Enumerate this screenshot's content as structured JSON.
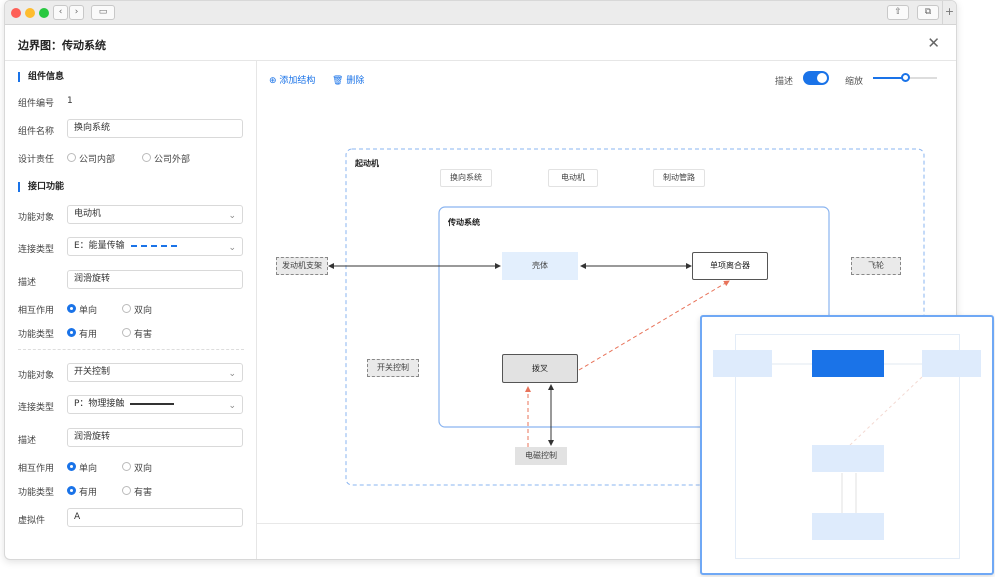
{
  "modal": {
    "title": "边界图：传动系统"
  },
  "left_panel": {
    "section_component": "组件信息",
    "component_id_label": "组件编号",
    "component_id_value": "1",
    "component_name_label": "组件名称",
    "component_name_value": "换向系统",
    "design_resp_label": "设计责任",
    "design_resp_options": [
      "公司内部",
      "公司外部"
    ],
    "section_interface": "接口功能",
    "interfaces": [
      {
        "target_label": "功能对象",
        "target_value": "电动机",
        "conn_label": "连接类型",
        "conn_value": "E：能量传输",
        "desc_label": "描述",
        "desc_value": "润滑旋转",
        "interaction_label": "相互作用",
        "interaction_options": [
          "单向",
          "双向"
        ],
        "ftype_label": "功能类型",
        "ftype_options": [
          "有用",
          "有害"
        ]
      },
      {
        "target_label": "功能对象",
        "target_value": "开关控制",
        "conn_label": "连接类型",
        "conn_value": "P：物理接触",
        "desc_label": "描述",
        "desc_value": "润滑旋转",
        "interaction_label": "相互作用",
        "interaction_options": [
          "单向",
          "双向"
        ],
        "ftype_label": "功能类型",
        "ftype_options": [
          "有用",
          "有害"
        ]
      }
    ],
    "virtual_label": "虚拟件",
    "virtual_value": "A"
  },
  "toolbar": {
    "add_label": "添加结构",
    "delete_label": "删除",
    "describe_label": "描述",
    "describe_on": true,
    "zoom_label": "缩放",
    "zoom_level": 0.5
  },
  "diagram": {
    "outer_label": "起动机",
    "top_chips": [
      "换向系统",
      "电动机",
      "制动管路"
    ],
    "inner_label": "传动系统",
    "shell": "壳体",
    "clutch": "单项离合器",
    "fork": "拨叉",
    "engine_mount": "发动机支架",
    "flywheel": "飞轮",
    "switch_ctrl": "开关控制",
    "solenoid": "电磁控制"
  },
  "colors": {
    "accent": "#1a73e8",
    "dashed_arrow": "#e8735a"
  }
}
